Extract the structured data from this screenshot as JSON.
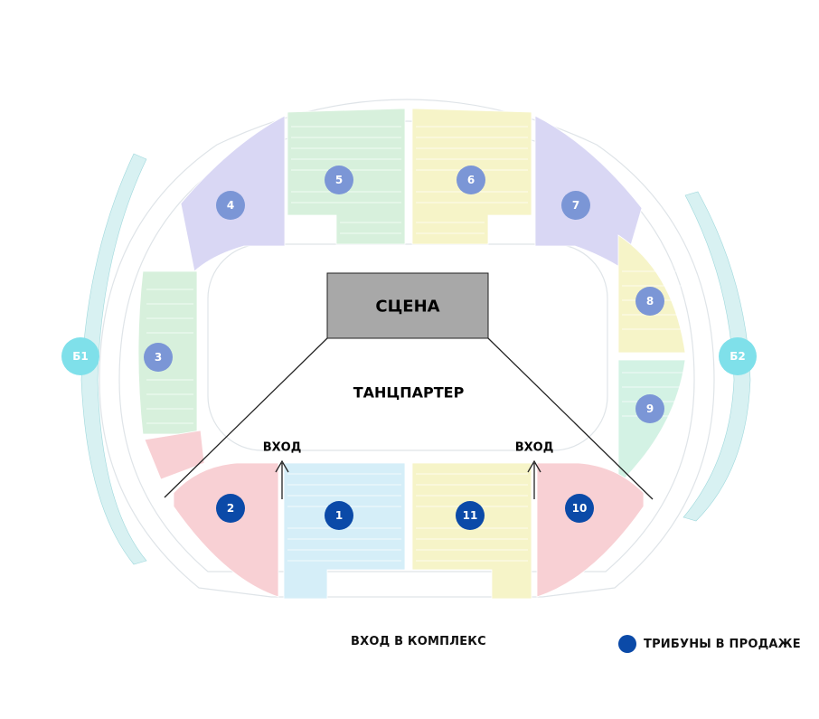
{
  "stage": {
    "label": "СЦЕНА"
  },
  "dance_floor": {
    "label": "ТАНЦПАРТЕР"
  },
  "entries": {
    "left": "ВХОД",
    "right": "ВХОД"
  },
  "legend": {
    "complex_entry": "ВХОД В КОМПЛЕКС",
    "on_sale": "ТРИБУНЫ В ПРОДАЖЕ"
  },
  "colors": {
    "on_sale": "#0b4aa8",
    "not_on_sale": "#7b96d6",
    "box": "#7fe0ea",
    "stage_fill": "#a8a8a8",
    "tier_green": "#bfe8c8",
    "tier_lavender": "#c9c6ee",
    "tier_yellow": "#f1ee9f",
    "tier_red": "#f2a6ad",
    "tier_cyan": "#a9def0",
    "tier_mint": "#a8e6cf"
  },
  "sectors": [
    {
      "id": "1",
      "label": "1",
      "on_sale": true
    },
    {
      "id": "2",
      "label": "2",
      "on_sale": true
    },
    {
      "id": "3",
      "label": "3",
      "on_sale": false
    },
    {
      "id": "4",
      "label": "4",
      "on_sale": false
    },
    {
      "id": "5",
      "label": "5",
      "on_sale": false
    },
    {
      "id": "6",
      "label": "6",
      "on_sale": false
    },
    {
      "id": "7",
      "label": "7",
      "on_sale": false
    },
    {
      "id": "8",
      "label": "8",
      "on_sale": false
    },
    {
      "id": "9",
      "label": "9",
      "on_sale": false
    },
    {
      "id": "10",
      "label": "10",
      "on_sale": true
    },
    {
      "id": "11",
      "label": "11",
      "on_sale": true
    },
    {
      "id": "b1",
      "label": "Б1",
      "on_sale": false,
      "box": true
    },
    {
      "id": "b2",
      "label": "Б2",
      "on_sale": false,
      "box": true
    }
  ]
}
